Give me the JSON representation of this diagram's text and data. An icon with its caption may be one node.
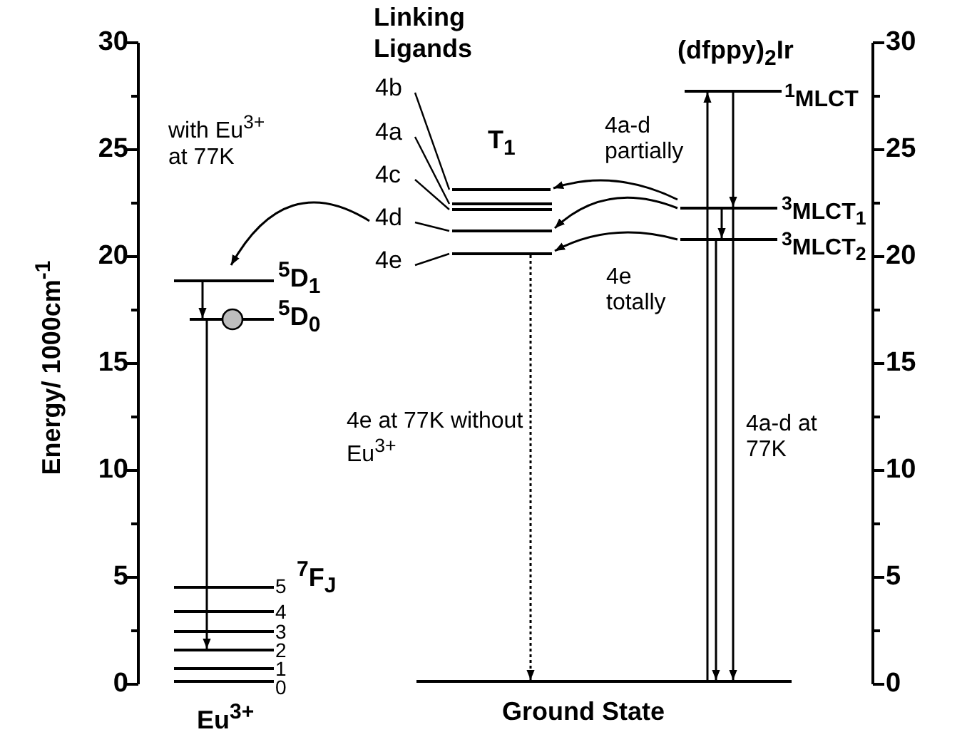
{
  "diagram": {
    "nodes": [
      {
        "text": [
          "$^{5}$D$_{1}$"
        ]
      },
      {
        "text": [
          "$^{5}$D$_{0}$"
        ]
      },
      {
        "text": [
          "5"
        ]
      },
      {
        "text": [
          "4"
        ]
      },
      {
        "text": [
          "3"
        ]
      },
      {
        "text": [
          "2"
        ]
      },
      {
        "text": [
          "1"
        ]
      },
      {
        "text": [
          "0"
        ]
      },
      {
        "text": [
          "4b"
        ]
      },
      {
        "text": [
          "4a"
        ]
      },
      {
        "text": [
          "4c"
        ]
      },
      {
        "text": [
          "4d"
        ]
      },
      {
        "text": [
          "4e"
        ]
      },
      {
        "text": [],
        "shape": "bar"
      },
      {
        "text": [],
        "shape": "bar"
      },
      {
        "text": [],
        "shape": "bar"
      },
      {
        "text": [],
        "shape": "bar"
      },
      {
        "text": [],
        "shape": "bar"
      },
      {
        "text": [
          "Ground State"
        ]
      },
      {
        "text": [
          "$^{1}$MLCT"
        ]
      },
      {
        "text": [
          "$^{3}$MLCT$_{1}$"
        ]
      },
      {
        "text": [
          "$^{3}$MLCT$_{2}$"
        ]
      }
    ],
    "edges": [
      {
        "from": 11,
        "to": 0,
        "arrow": "to",
        "label": "with Eu$^{3+}$ at 77K"
      },
      {
        "from": 0,
        "to": 1,
        "arrow": "to"
      },
      {
        "from": 1,
        "to": 5,
        "arrow": "to"
      },
      {
        "from": 8,
        "to": 13,
        "arrow": "none"
      },
      {
        "from": 9,
        "to": 14,
        "arrow": "none"
      },
      {
        "from": 10,
        "to": 15,
        "arrow": "none"
      },
      {
        "from": 11,
        "to": 16,
        "arrow": "none"
      },
      {
        "from": 12,
        "to": 17,
        "arrow": "none"
      },
      {
        "from": 20,
        "to": 13,
        "arrow": "to",
        "label": "4a-d partially"
      },
      {
        "from": 20,
        "to": 16,
        "arrow": "to"
      },
      {
        "from": 21,
        "to": 17,
        "arrow": "to",
        "label": "4e totally"
      },
      {
        "from": 17,
        "to": 18,
        "arrow": "to",
        "style": "dashed",
        "label": "4e at 77K without Eu$^{3+}$"
      },
      {
        "from": 18,
        "to": 19,
        "arrow": "to"
      },
      {
        "from": 19,
        "to": 20,
        "arrow": "to"
      },
      {
        "from": 20,
        "to": 21,
        "arrow": "to"
      },
      {
        "from": 21,
        "to": 18,
        "arrow": "to"
      },
      {
        "from": 20,
        "to": 18,
        "arrow": "to",
        "label": "4a-d at 77K"
      }
    ],
    "labels": [
      "Linking Ligands",
      "(dfppy)$_{2}$Ir",
      "30",
      "25",
      "20",
      "15",
      "10",
      "5",
      "0",
      "30",
      "25",
      "20",
      "15",
      "10",
      "5",
      "0",
      "T$_{1}$",
      "Energy/ 1000cm$^{-1}$",
      "$^{7}$F$_{J}$",
      "Eu$^{3+}$"
    ]
  }
}
